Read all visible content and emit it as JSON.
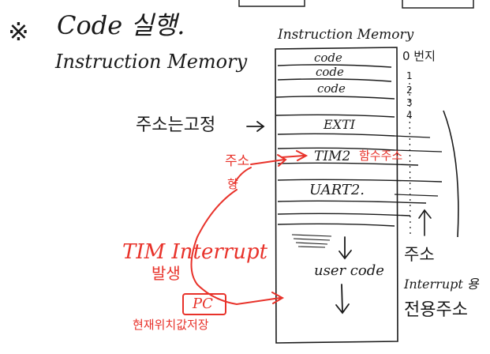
{
  "heading": {
    "star": "※",
    "title": "Code 실행.",
    "subtitle": "Instruction Memory"
  },
  "memory": {
    "label": "Instruction Memory",
    "rows": [
      "code",
      "code",
      "code",
      "EXTI",
      "TIM2",
      "UART2."
    ],
    "tim2_note": "함수주소",
    "user_code": "user code"
  },
  "addresses": {
    "zero": "0 번지",
    "one": "1",
    "two": "2",
    "three": "3",
    "four": "4"
  },
  "left_notes": {
    "fixed_address": "주소는고정",
    "arrow": "→"
  },
  "red_notes": {
    "address": "주소",
    "go": "향",
    "tim_interrupt": "TIM Interrupt",
    "occurs": "발생",
    "pc": "PC",
    "pc_note": "현재위치값저장"
  },
  "right_notes": {
    "address": "주소",
    "interrupt_dedicated": "Interrupt 용",
    "dedicated_address": "전용주소"
  },
  "colors": {
    "ink": "#1a1a1a",
    "red": "#e8322a"
  }
}
